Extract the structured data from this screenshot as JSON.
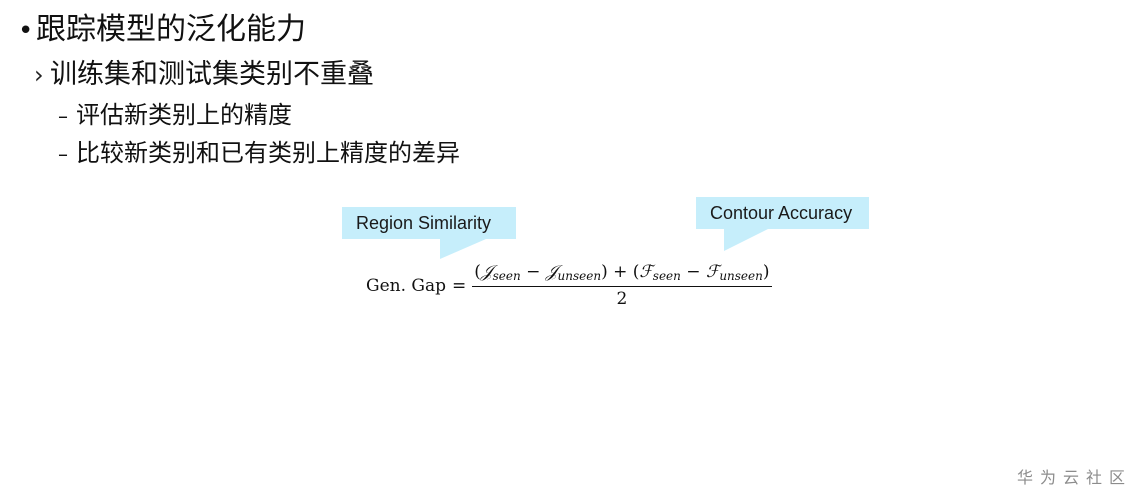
{
  "bullets": {
    "level1": {
      "marker": "•",
      "text": "跟踪模型的泛化能力"
    },
    "level2": {
      "marker": "›",
      "text": "训练集和测试集类别不重叠"
    },
    "level3": [
      {
        "marker": "–",
        "text": "评估新类别上的精度"
      },
      {
        "marker": "–",
        "text": "比较新类别和已有类别上精度的差异"
      }
    ]
  },
  "callouts": {
    "region": "Region Similarity",
    "contour": "Contour Accuracy"
  },
  "formula": {
    "lhs": "Gen. Gap",
    "eq": "=",
    "numerator": {
      "open1": "(",
      "J": "𝒥",
      "seen": "seen",
      "minus1": " − ",
      "J2": "𝒥",
      "unseen": "unseen",
      "close1": ")",
      "plus": " + ",
      "open2": "(",
      "F": "ℱ",
      "seen2": "seen",
      "minus2": " − ",
      "F2": "ℱ",
      "unseen2": "unseen",
      "close2": ")"
    },
    "denominator": "2"
  },
  "watermark": "华为云社区",
  "colors": {
    "callout_bg": "#c6eefb",
    "text": "#111111",
    "watermark": "#8c8c8c"
  }
}
